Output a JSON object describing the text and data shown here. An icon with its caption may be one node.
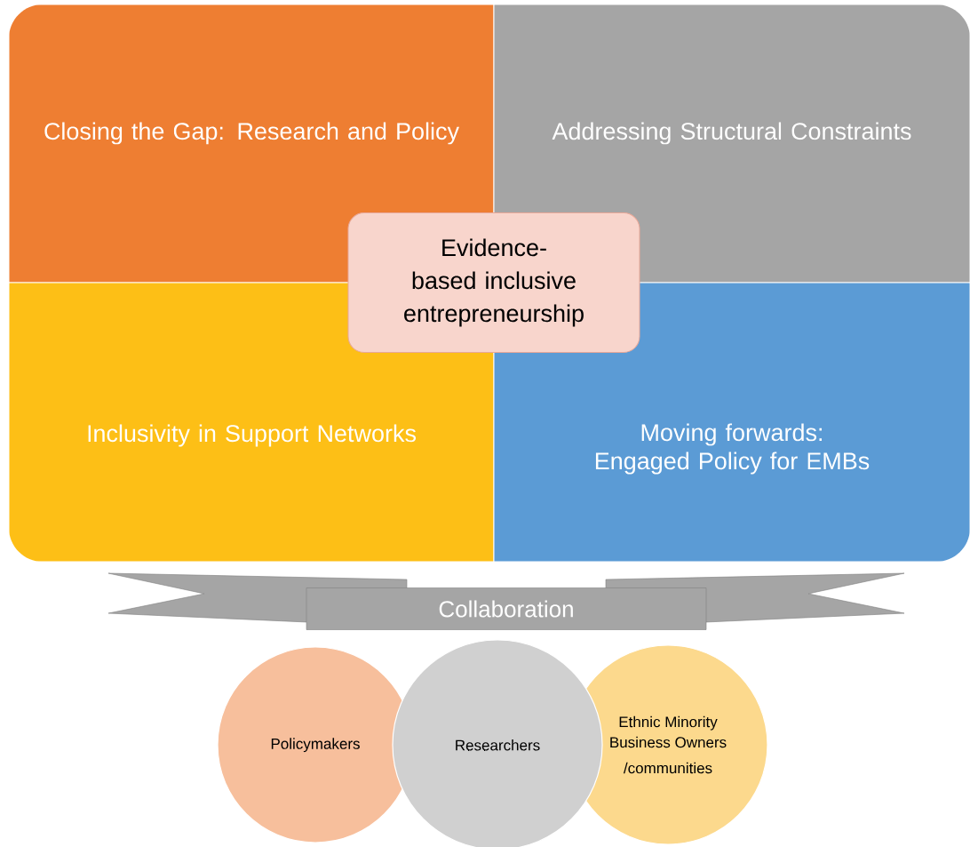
{
  "diagram": {
    "nodes": [
      {
        "text": [
          "Closing the Gap: Research and Policy"
        ]
      },
      {
        "text": [
          "Addressing Structural Constraints"
        ]
      },
      {
        "text": [
          "Inclusivity in Support Networks"
        ]
      },
      {
        "text": [
          "Moving forwards: Engaged Policy for EMBs"
        ]
      },
      {
        "text": [
          "Evidence-based inclusive entrepreneurship"
        ]
      },
      {
        "text": [
          "Collaboration"
        ]
      },
      {
        "text": [
          "Policymakers"
        ]
      },
      {
        "text": [
          "Researchers"
        ]
      },
      {
        "text": [
          "Ethnic Minority Business Owners",
          "/communities"
        ]
      }
    ],
    "edges": []
  }
}
